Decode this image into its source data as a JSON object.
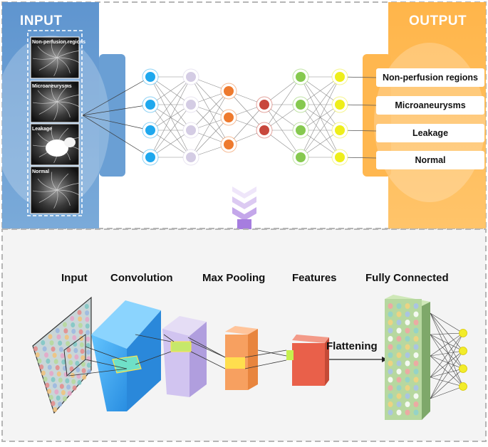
{
  "top": {
    "input_title": "INPUT",
    "output_title": "OUTPUT",
    "thumbnails": [
      {
        "label": "Non-perfusion regions"
      },
      {
        "label": "Microaneurysms"
      },
      {
        "label": "Leakage"
      },
      {
        "label": "Normal"
      }
    ],
    "outputs": [
      {
        "label": "Non-perfusion regions"
      },
      {
        "label": "Microaneurysms"
      },
      {
        "label": "Leakage"
      },
      {
        "label": "Normal"
      }
    ],
    "network_layers": [
      {
        "nodes": 4,
        "color": "#1fa8ee"
      },
      {
        "nodes": 4,
        "color": "#d4cce4"
      },
      {
        "nodes": 3,
        "color": "#ee7a2e"
      },
      {
        "nodes": 2,
        "color": "#c8473c"
      },
      {
        "nodes": 4,
        "color": "#86c94f"
      },
      {
        "nodes": 4,
        "color": "#eeee1a"
      }
    ]
  },
  "bottom": {
    "stages": [
      {
        "label": "Input"
      },
      {
        "label": "Convolution"
      },
      {
        "label": "Max Pooling"
      },
      {
        "label": "Features"
      },
      {
        "label": "Fully Connected"
      }
    ],
    "flatten_label": "Flattening",
    "fc_output_nodes": 4
  },
  "colors": {
    "input_panel": "#6b9cd2",
    "output_panel": "#ffbb55",
    "dashed_border": "#b5b5b5",
    "arrow": "#8a4fd0",
    "conv": "#39a7f2",
    "pool": "#c6b8e9",
    "features_pool": "#f59b55",
    "features": "#e9604a"
  }
}
